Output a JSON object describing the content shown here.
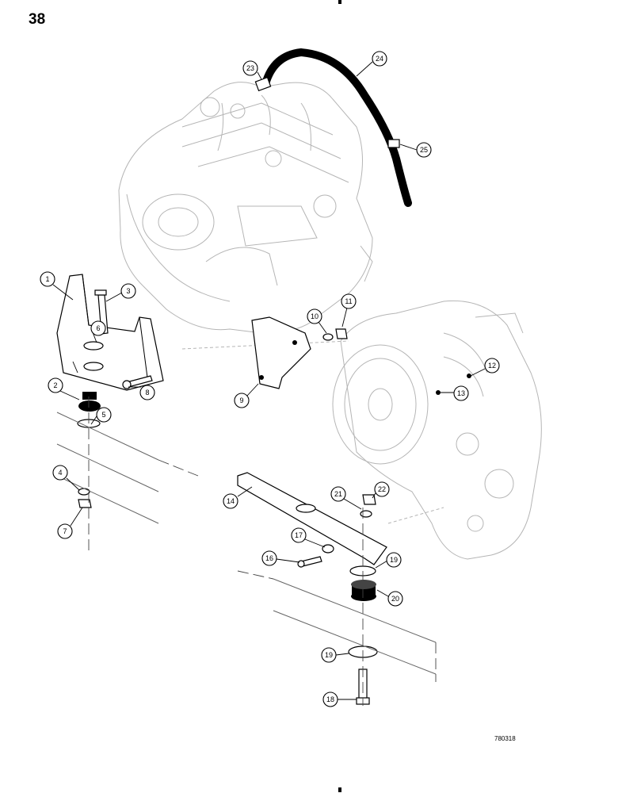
{
  "page": {
    "number": "38",
    "drawing_code": "780318"
  },
  "callouts": [
    "1",
    "2",
    "3",
    "4",
    "5",
    "6",
    "7",
    "8",
    "9",
    "10",
    "11",
    "12",
    "13",
    "14",
    "16",
    "17",
    "18",
    "19",
    "19",
    "20",
    "21",
    "22",
    "23",
    "24",
    "25"
  ],
  "colors": {
    "line": "#000000",
    "ghost": "#b5b5b5",
    "paper": "#ffffff"
  }
}
